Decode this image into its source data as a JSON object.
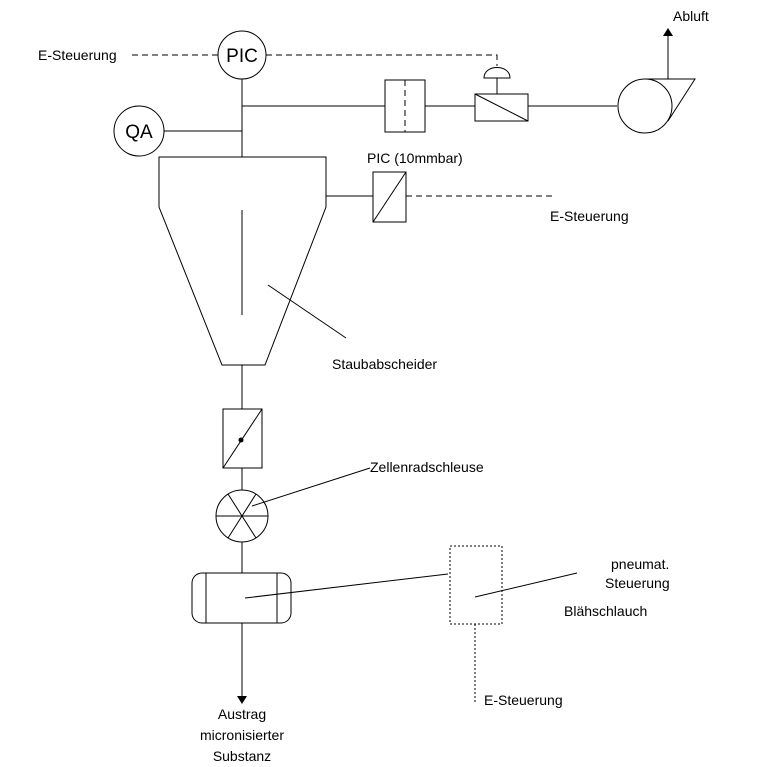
{
  "labels": {
    "abluft": "Abluft",
    "e_steuerung_top": "E-Steuerung",
    "pic_top": "PIC",
    "qa": "QA",
    "pic_10mmbar": "PIC (10mmbar)",
    "e_steuerung_right": "E-Steuerung",
    "staubabscheider": "Staubabscheider",
    "zellenradschleuse": "Zellenradschleuse",
    "pneumat_line1": "pneumat.",
    "pneumat_line2": "Steuerung",
    "blaehschlauch": "Blähschlauch",
    "e_steuerung_bottom": "E-Steuerung",
    "austrag_line1": "Austrag",
    "austrag_line2": "micronisierter",
    "austrag_line3": "Substanz"
  }
}
